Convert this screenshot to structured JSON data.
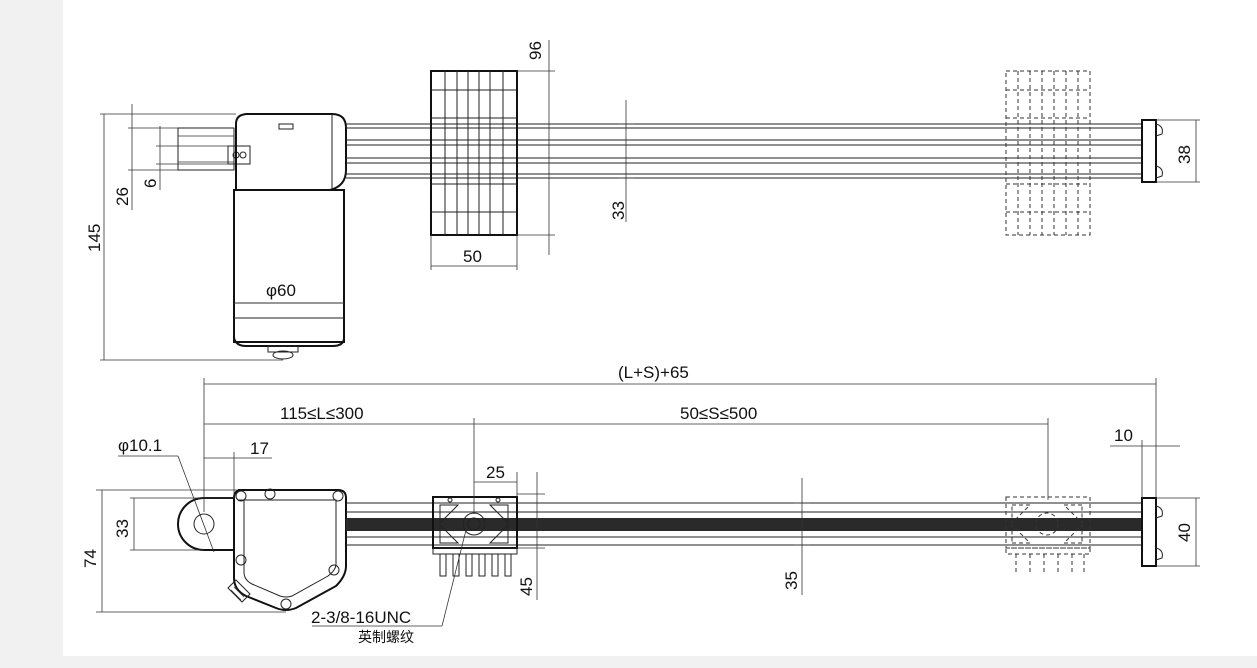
{
  "top_view": {
    "dimensions": {
      "d96": "96",
      "d38": "38",
      "d26": "26",
      "d6": "6",
      "d145": "145",
      "d33": "33",
      "d50": "50",
      "phi60": "φ60"
    }
  },
  "side_view": {
    "dimensions": {
      "overall": "(L+S)+65",
      "retracted": "115≤L≤300",
      "stroke": "50≤S≤500",
      "phi10": "φ10.1",
      "d17": "17",
      "d25": "25",
      "d10": "10",
      "d33": "33",
      "d74": "74",
      "d40": "40",
      "d45": "45",
      "d35": "35"
    },
    "thread_callout": "2-3/8-16UNC",
    "thread_note": "英制螺纹"
  },
  "colors": {
    "line": "#222222",
    "page": "#ffffff",
    "margin": "#f1f1f1"
  }
}
